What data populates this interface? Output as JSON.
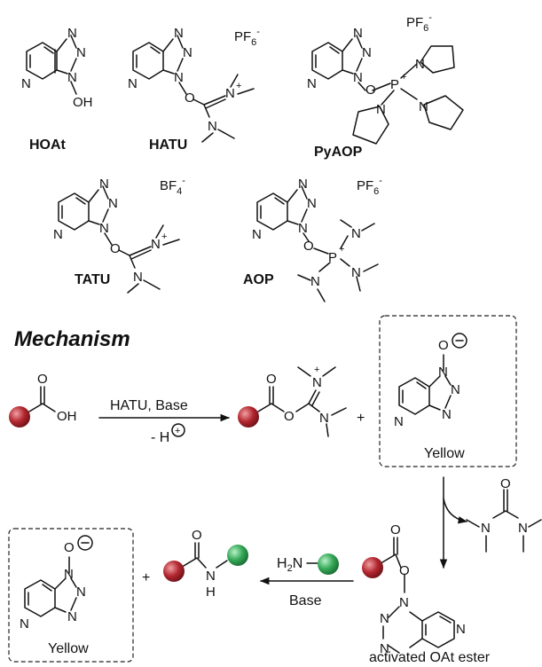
{
  "labels": {
    "hoat": "HOAt",
    "hatu": "HATU",
    "pyaop": "PyAOP",
    "tatu": "TATU",
    "aop": "AOP"
  },
  "counterions": {
    "hatu": {
      "main": "PF",
      "sub": "6",
      "sup": "-"
    },
    "pyaop": {
      "main": "PF",
      "sub": "6",
      "sup": "-"
    },
    "tatu": {
      "main": "BF",
      "sub": "4",
      "sup": "-"
    },
    "aop": {
      "main": "PF",
      "sub": "6",
      "sup": "-"
    }
  },
  "atoms": {
    "N": "N",
    "O": "O",
    "OH": "OH",
    "P": "P",
    "H": "H",
    "plus": "+"
  },
  "section_title": "Mechanism",
  "conditions": {
    "step1_reagent": "HATU, Base",
    "step1_byproduct": "- H",
    "step3_reagent": "Base",
    "amine_prefix": "H",
    "amine_sub": "2",
    "amine_n": "N"
  },
  "species": {
    "yellow_1": "Yellow",
    "yellow_2": "Yellow",
    "activated_ester": "activated OAt ester"
  },
  "operators": {
    "plus1": "+",
    "plus2": "+"
  },
  "colors": {
    "red_ball": "#a8232d",
    "green_ball": "#2e9b4f",
    "text": "#111111"
  }
}
